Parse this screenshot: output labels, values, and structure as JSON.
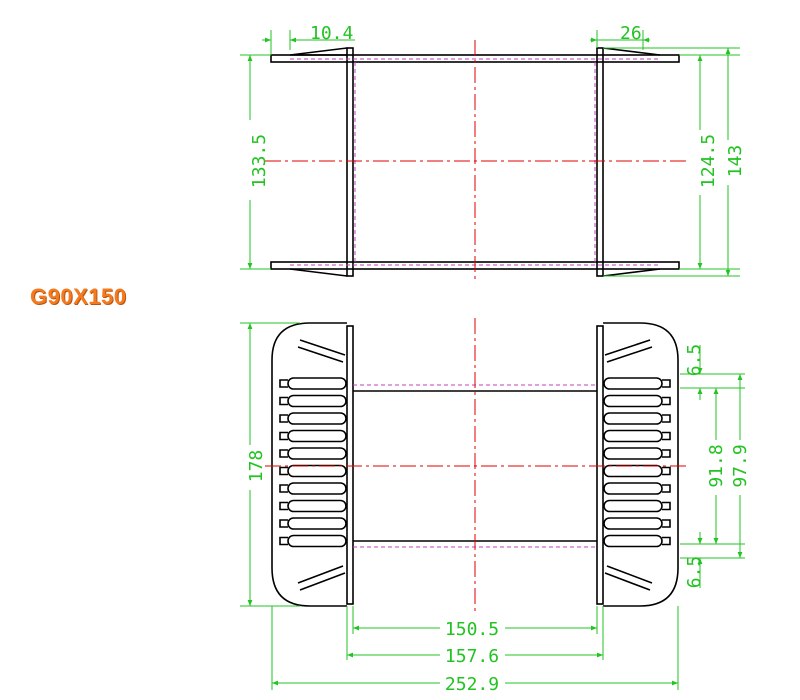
{
  "model": "G90X150",
  "colors": {
    "outline": "#000000",
    "dimension": "#22c322",
    "centerline": "#e00000",
    "hidden": "#c040c0",
    "label": "#f47a20"
  },
  "top_view": {
    "dims": {
      "flange_thickness": "10.4",
      "flange_offset": "26",
      "inner_height": "133.5",
      "inner_span": "124.5",
      "overall_height": "143"
    }
  },
  "front_view": {
    "dims": {
      "height": "178",
      "edge_top": "6.5",
      "edge_bottom": "6.5",
      "window": "91.8",
      "window_outer": "97.9",
      "core_width": "150.5",
      "flange_span": "157.6",
      "overall_width": "252.9"
    }
  }
}
